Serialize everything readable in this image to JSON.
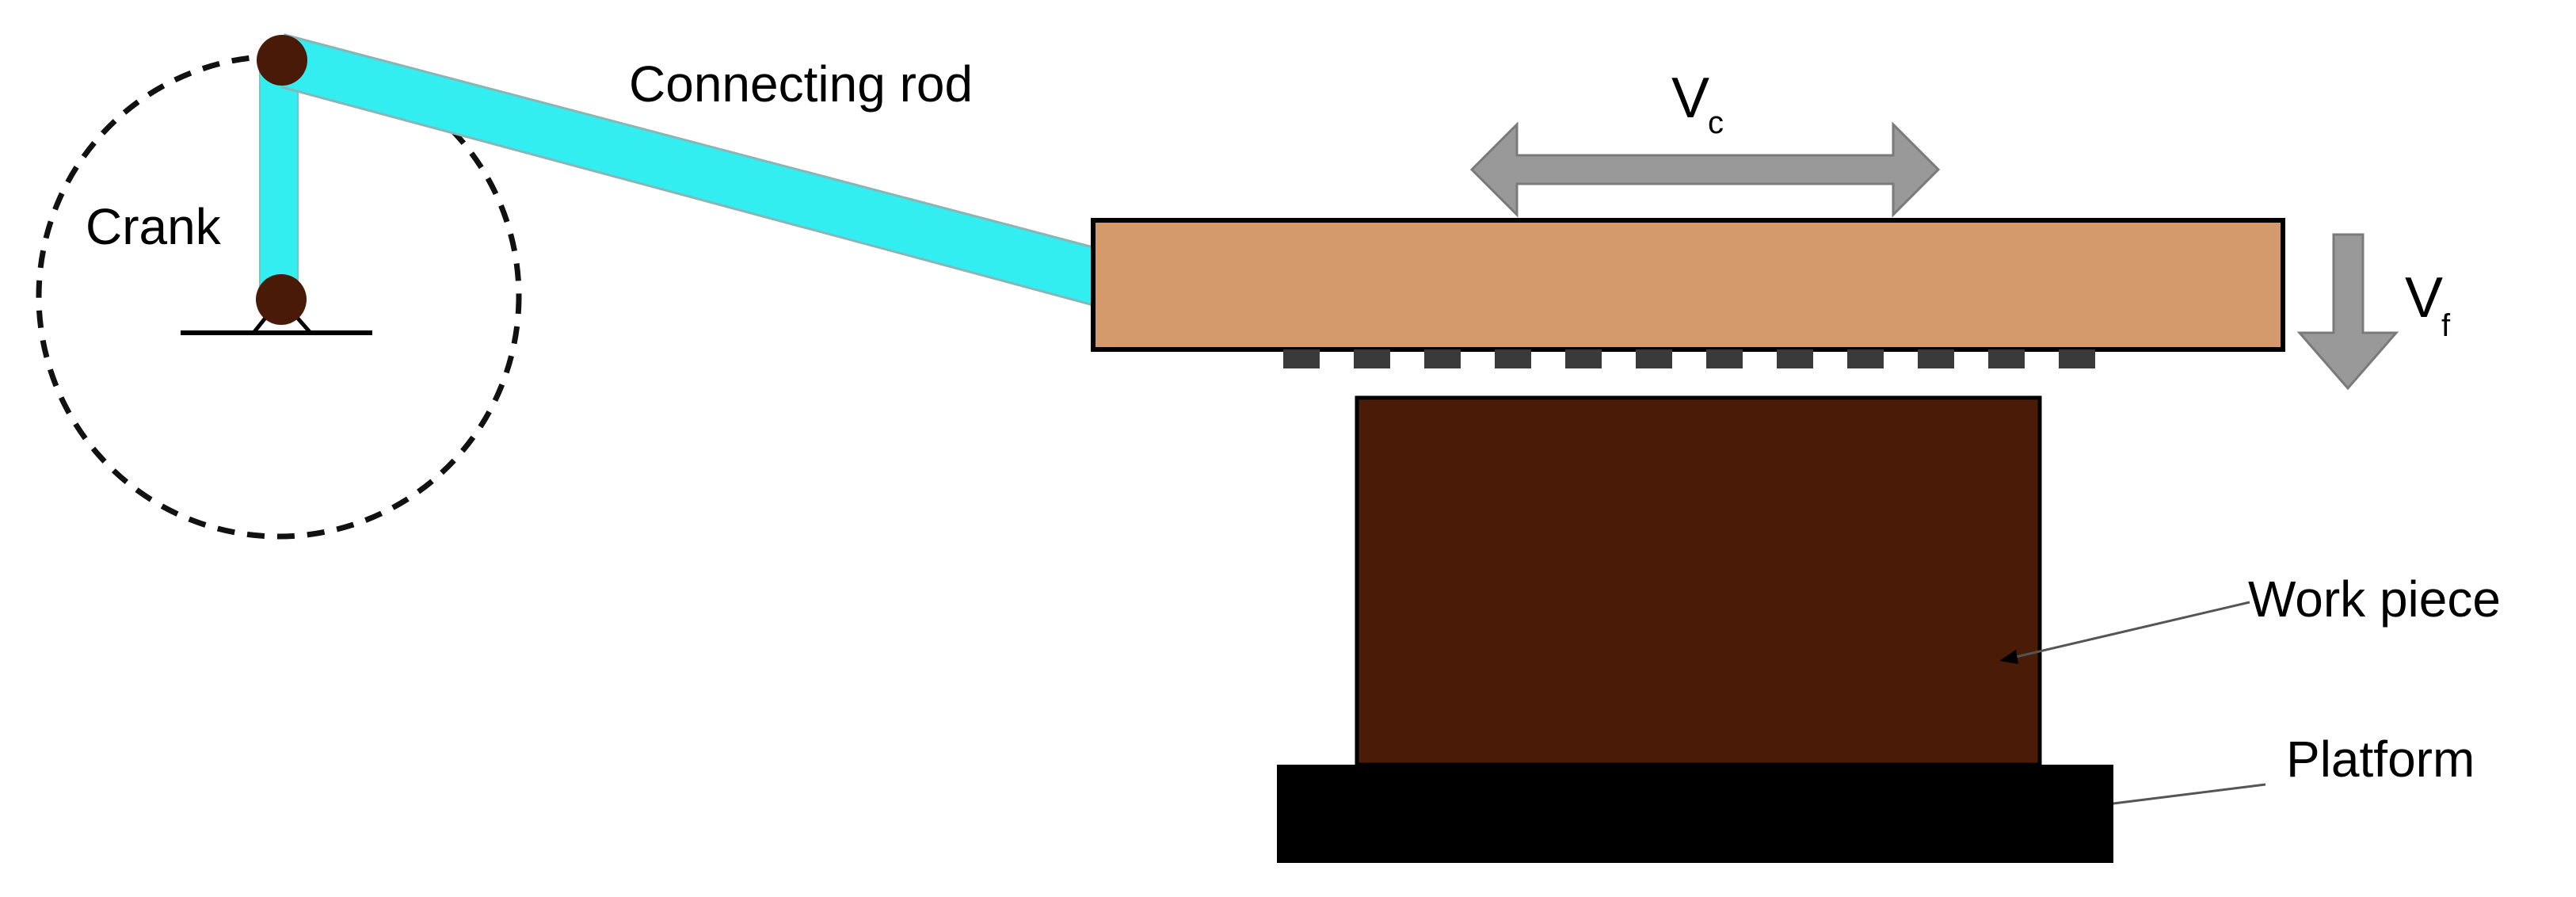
{
  "labels": {
    "crank": "Crank",
    "connecting_rod": "Connecting rod",
    "cutting_velocity": "V",
    "cutting_velocity_sub": "c",
    "feed_velocity": "V",
    "feed_velocity_sub": "f",
    "work_piece": "Work piece",
    "platform": "Platform"
  },
  "colors": {
    "connecting_rod": "#33eef0",
    "crank_arm": "#33eef0",
    "pivot": "#4a1a08",
    "cutter_body": "#d49a6c",
    "cutter_teeth": "#3a3a3a",
    "work_piece": "#4a1c07",
    "platform": "#000000",
    "motion_arrows": "#999999",
    "crank_circle": "#111111"
  },
  "cutter_teeth_count": 12
}
